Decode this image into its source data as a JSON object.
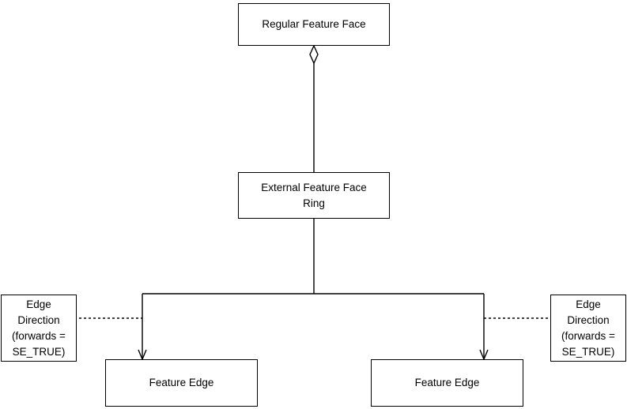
{
  "diagram": {
    "nodes": {
      "regular_feature_face": {
        "label": "Regular Feature Face"
      },
      "external_feature_face_ring": {
        "label": "External Feature Face Ring",
        "lines": [
          "External Feature Face",
          "Ring"
        ]
      },
      "feature_edge_left": {
        "label": "Feature Edge"
      },
      "feature_edge_right": {
        "label": "Feature Edge"
      },
      "edge_direction_left": {
        "label": "Edge Direction (forwards = SE_TRUE)",
        "lines": [
          "Edge",
          "Direction",
          "(forwards =",
          "SE_TRUE)"
        ]
      },
      "edge_direction_right": {
        "label": "Edge Direction (forwards = SE_TRUE)",
        "lines": [
          "Edge",
          "Direction",
          "(forwards =",
          "SE_TRUE)"
        ]
      }
    },
    "connector_styles": {
      "aggregation_marker": "open-diamond",
      "branch_marker": "open-arrowhead",
      "annotation_link": "dashed-line"
    },
    "colors": {
      "line": "#000000",
      "text": "#000000",
      "background": "#ffffff",
      "node_fill": "#ffffff"
    }
  }
}
